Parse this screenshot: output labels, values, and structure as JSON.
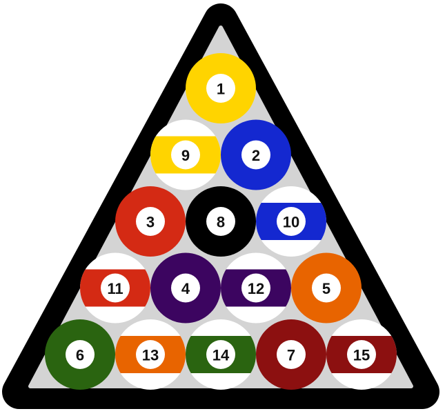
{
  "rack": {
    "frame_color": "#000000",
    "felt_color": "#d4d4d4"
  },
  "balls": [
    {
      "number": "1",
      "kind": "solid",
      "color": "#ffd400"
    },
    {
      "number": "9",
      "kind": "stripe",
      "color": "#ffd400"
    },
    {
      "number": "2",
      "kind": "solid",
      "color": "#1428d0"
    },
    {
      "number": "3",
      "kind": "solid",
      "color": "#d42a14"
    },
    {
      "number": "8",
      "kind": "solid",
      "color": "#000000"
    },
    {
      "number": "10",
      "kind": "stripe",
      "color": "#1428d0"
    },
    {
      "number": "11",
      "kind": "stripe",
      "color": "#d42a14"
    },
    {
      "number": "4",
      "kind": "solid",
      "color": "#3c0560"
    },
    {
      "number": "12",
      "kind": "stripe",
      "color": "#3c0560"
    },
    {
      "number": "5",
      "kind": "solid",
      "color": "#e86400"
    },
    {
      "number": "6",
      "kind": "solid",
      "color": "#2a6410"
    },
    {
      "number": "13",
      "kind": "stripe",
      "color": "#e86400"
    },
    {
      "number": "14",
      "kind": "stripe",
      "color": "#2a6410"
    },
    {
      "number": "7",
      "kind": "solid",
      "color": "#8c1010"
    },
    {
      "number": "15",
      "kind": "stripe",
      "color": "#8c1010"
    }
  ]
}
